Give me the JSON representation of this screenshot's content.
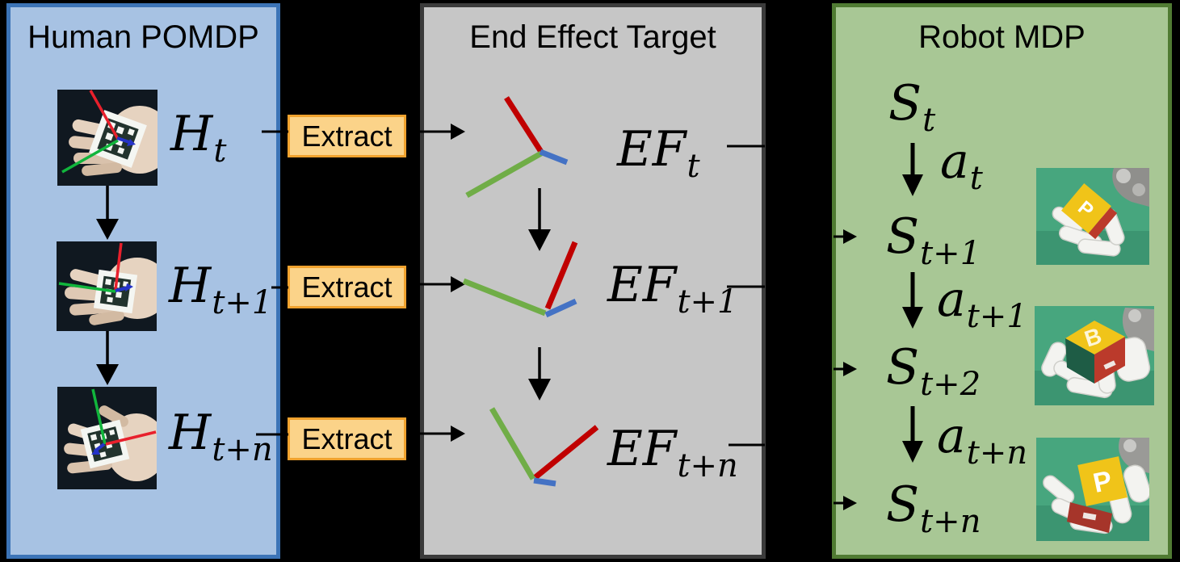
{
  "panels": {
    "human": {
      "title": "Human POMDP",
      "states": [
        {
          "base": "H",
          "sub": "t"
        },
        {
          "base": "H",
          "sub": "t+1"
        },
        {
          "base": "H",
          "sub": "t+n"
        }
      ]
    },
    "end_effector": {
      "title": "End Effect Target",
      "states": [
        {
          "base": "EF",
          "sub": "t"
        },
        {
          "base": "EF",
          "sub": "t+1"
        },
        {
          "base": "EF",
          "sub": "t+n"
        }
      ]
    },
    "robot": {
      "title": "Robot MDP",
      "states": [
        {
          "base": "S",
          "sub": "t"
        },
        {
          "base": "S",
          "sub": "t+1"
        },
        {
          "base": "S",
          "sub": "t+2"
        },
        {
          "base": "S",
          "sub": "t+n"
        }
      ],
      "actions": [
        {
          "base": "a",
          "sub": "t"
        },
        {
          "base": "a",
          "sub": "t+1"
        },
        {
          "base": "a",
          "sub": "t+n"
        }
      ],
      "images": [
        {
          "cube_letter": "P"
        },
        {
          "cube_letter": "B"
        },
        {
          "cube_letter": "P"
        }
      ]
    }
  },
  "extract": {
    "label": "Extract"
  },
  "colors": {
    "background": "#000000",
    "human_panel_fill": "#a7c2e3",
    "human_panel_border": "#3c74b7",
    "ef_panel_fill": "#c6c6c6",
    "ef_panel_border": "#3b3b3b",
    "robot_panel_fill": "#a8c795",
    "robot_panel_border": "#507b33",
    "extract_fill": "#fbd389",
    "extract_border": "#f0a22e",
    "axis_x_red": "#c00000",
    "axis_y_green": "#70ad47",
    "axis_z_blue": "#4472c4",
    "photo_axis_red": "#e8202c",
    "photo_axis_green": "#11b53c",
    "photo_axis_blue": "#2433c8",
    "connector_black": "#000000",
    "robot_scene_teal": "#47a67e",
    "cube_yellow": "#f0c419",
    "cube_red": "#bb3a2b"
  }
}
